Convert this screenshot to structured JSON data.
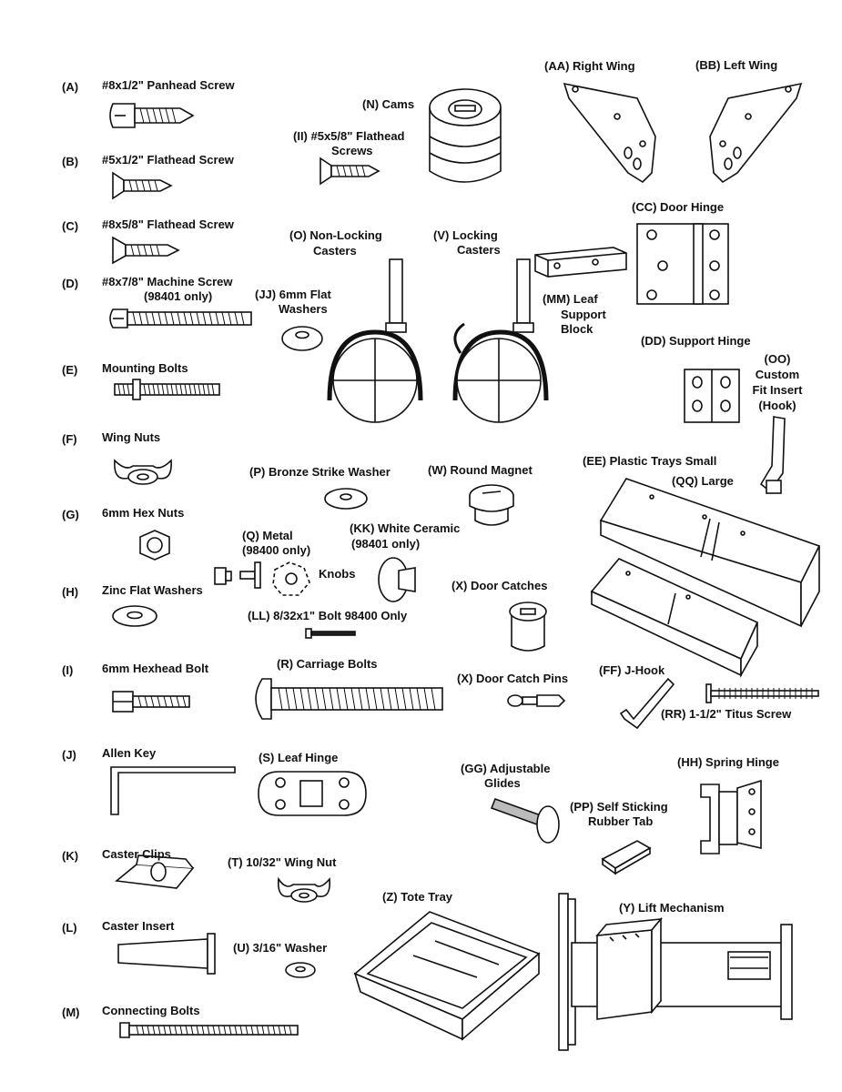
{
  "parts": {
    "a": {
      "code": "(A)",
      "name": "#8x1/2\" Panhead Screw"
    },
    "b": {
      "code": "(B)",
      "name": "#5x1/2\" Flathead Screw"
    },
    "c": {
      "code": "(C)",
      "name": "#8x5/8\" Flathead Screw"
    },
    "d": {
      "code": "(D)",
      "name": "#8x7/8\" Machine Screw",
      "note": "(98401 only)"
    },
    "e": {
      "code": "(E)",
      "name": "Mounting Bolts"
    },
    "f": {
      "code": "(F)",
      "name": "Wing Nuts"
    },
    "g": {
      "code": "(G)",
      "name": "6mm Hex Nuts"
    },
    "h": {
      "code": "(H)",
      "name": "Zinc Flat Washers"
    },
    "i": {
      "code": "(I)",
      "name": "6mm Hexhead Bolt"
    },
    "j": {
      "code": "(J)",
      "name": "Allen Key"
    },
    "k": {
      "code": "(K)",
      "name": "Caster Clips"
    },
    "l": {
      "code": "(L)",
      "name": "Caster Insert"
    },
    "m": {
      "code": "(M)",
      "name": "Connecting Bolts"
    },
    "n": "(N)  Cams",
    "ii": {
      "line1": "(II)  #5x5/8\" Flathead",
      "line2": "Screws"
    },
    "o": {
      "line1": "(O)  Non-Locking",
      "line2": "Casters"
    },
    "v": {
      "line1": "(V)  Locking",
      "line2": "Casters"
    },
    "jj": {
      "line1": "(JJ)  6mm Flat",
      "line2": "Washers"
    },
    "aa": "(AA)  Right Wing",
    "bb": "(BB)  Left Wing",
    "cc": "(CC)  Door Hinge",
    "mm": {
      "line1": "(MM) Leaf",
      "line2": "Support",
      "line3": "Block"
    },
    "dd": "(DD) Support Hinge",
    "oo": {
      "line1": "(OO)",
      "line2": "Custom",
      "line3": "Fit Insert",
      "line4": "(Hook)"
    },
    "ee": "(EE)  Plastic Trays Small",
    "qq": "(QQ)  Large",
    "p": "(P)  Bronze Strike Washer",
    "w": "(W)  Round Magnet",
    "q": {
      "line1": "(Q) Metal",
      "line2": "(98400 only)"
    },
    "kk": {
      "line1": "(KK) White Ceramic",
      "line2": "(98401 only)"
    },
    "knobs": "Knobs",
    "x_catch": "(X)  Door Catches",
    "ll": "(LL)  8/32x1\" Bolt 98400 Only",
    "r": "(R)  Carriage Bolts",
    "x_pins": "(X)  Door Catch Pins",
    "ff": "(FF)  J-Hook",
    "rr": "(RR)  1-1/2\" Titus Screw",
    "s": "(S)  Leaf Hinge",
    "gg": {
      "line1": "(GG)  Adjustable",
      "line2": "Glides"
    },
    "hh": "(HH) Spring Hinge",
    "pp": {
      "line1": "(PP) Self Sticking",
      "line2": "Rubber Tab"
    },
    "t": "(T)  10/32\" Wing Nut",
    "z": "(Z)  Tote Tray",
    "y": "(Y)  Lift Mechanism",
    "u": "(U)  3/16\" Washer"
  }
}
